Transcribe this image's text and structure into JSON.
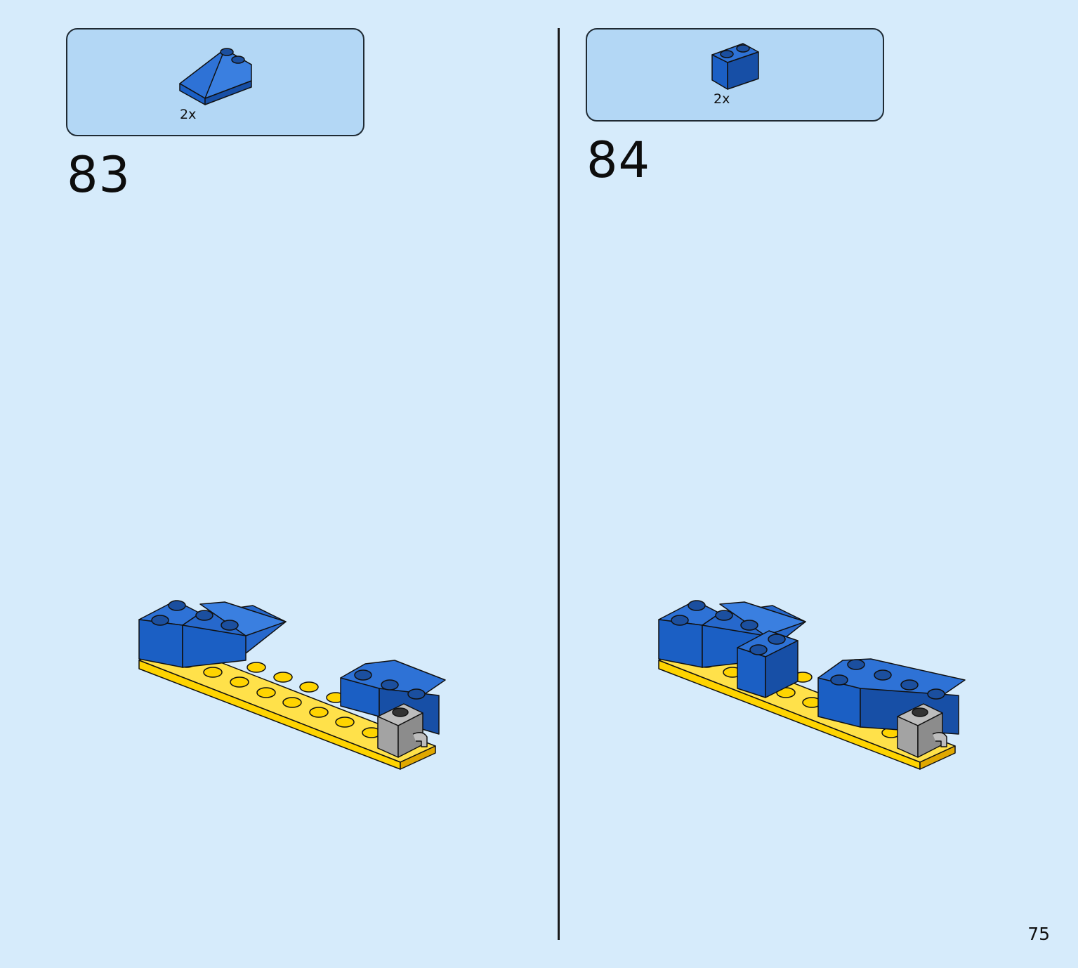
{
  "steps": [
    {
      "number": "83",
      "parts": [
        {
          "part": "blue-slope-2x3-brick",
          "qty": "2x"
        }
      ]
    },
    {
      "number": "84",
      "parts": [
        {
          "part": "blue-1x2-brick",
          "qty": "2x"
        }
      ]
    }
  ],
  "page_number": "75",
  "colors": {
    "background": "#d6ebfb",
    "parts_box": "#b3d7f5",
    "blue": "#1b5fc4",
    "yellow": "#ffd400",
    "gray": "#a3a3a3"
  }
}
